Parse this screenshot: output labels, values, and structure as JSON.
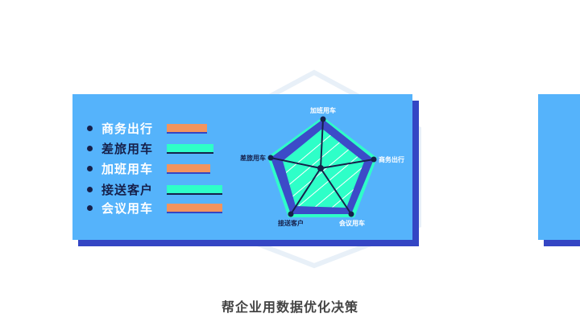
{
  "legend": [
    {
      "label": "商务出行",
      "value": 0.72,
      "color": "#f2945e",
      "text_color": "#ffffff"
    },
    {
      "label": "差旅用车",
      "value": 0.84,
      "color": "#2effc8",
      "text_color": "#16204a"
    },
    {
      "label": "加班用车",
      "value": 0.78,
      "color": "#f2945e",
      "text_color": "#ffffff"
    },
    {
      "label": "接送客户",
      "value": 1.0,
      "color": "#2effc8",
      "text_color": "#16204a"
    },
    {
      "label": "会议用车",
      "value": 1.0,
      "color": "#f2945e",
      "text_color": "#ffffff"
    }
  ],
  "radar": {
    "axes": [
      {
        "label": "加班用车",
        "text_color": "#ffffff"
      },
      {
        "label": "商务出行",
        "text_color": "#ffffff"
      },
      {
        "label": "会议用车",
        "text_color": "#ffffff"
      },
      {
        "label": "接送客户",
        "text_color": "#16204a"
      },
      {
        "label": "差旅用车",
        "text_color": "#16204a"
      }
    ],
    "fill_color": "#2effc8",
    "frame_color": "#3c4bc8"
  },
  "caption": "帮企业用数据优化决策",
  "colors": {
    "panel": "#55b3fb",
    "shadow": "#3446c4"
  }
}
